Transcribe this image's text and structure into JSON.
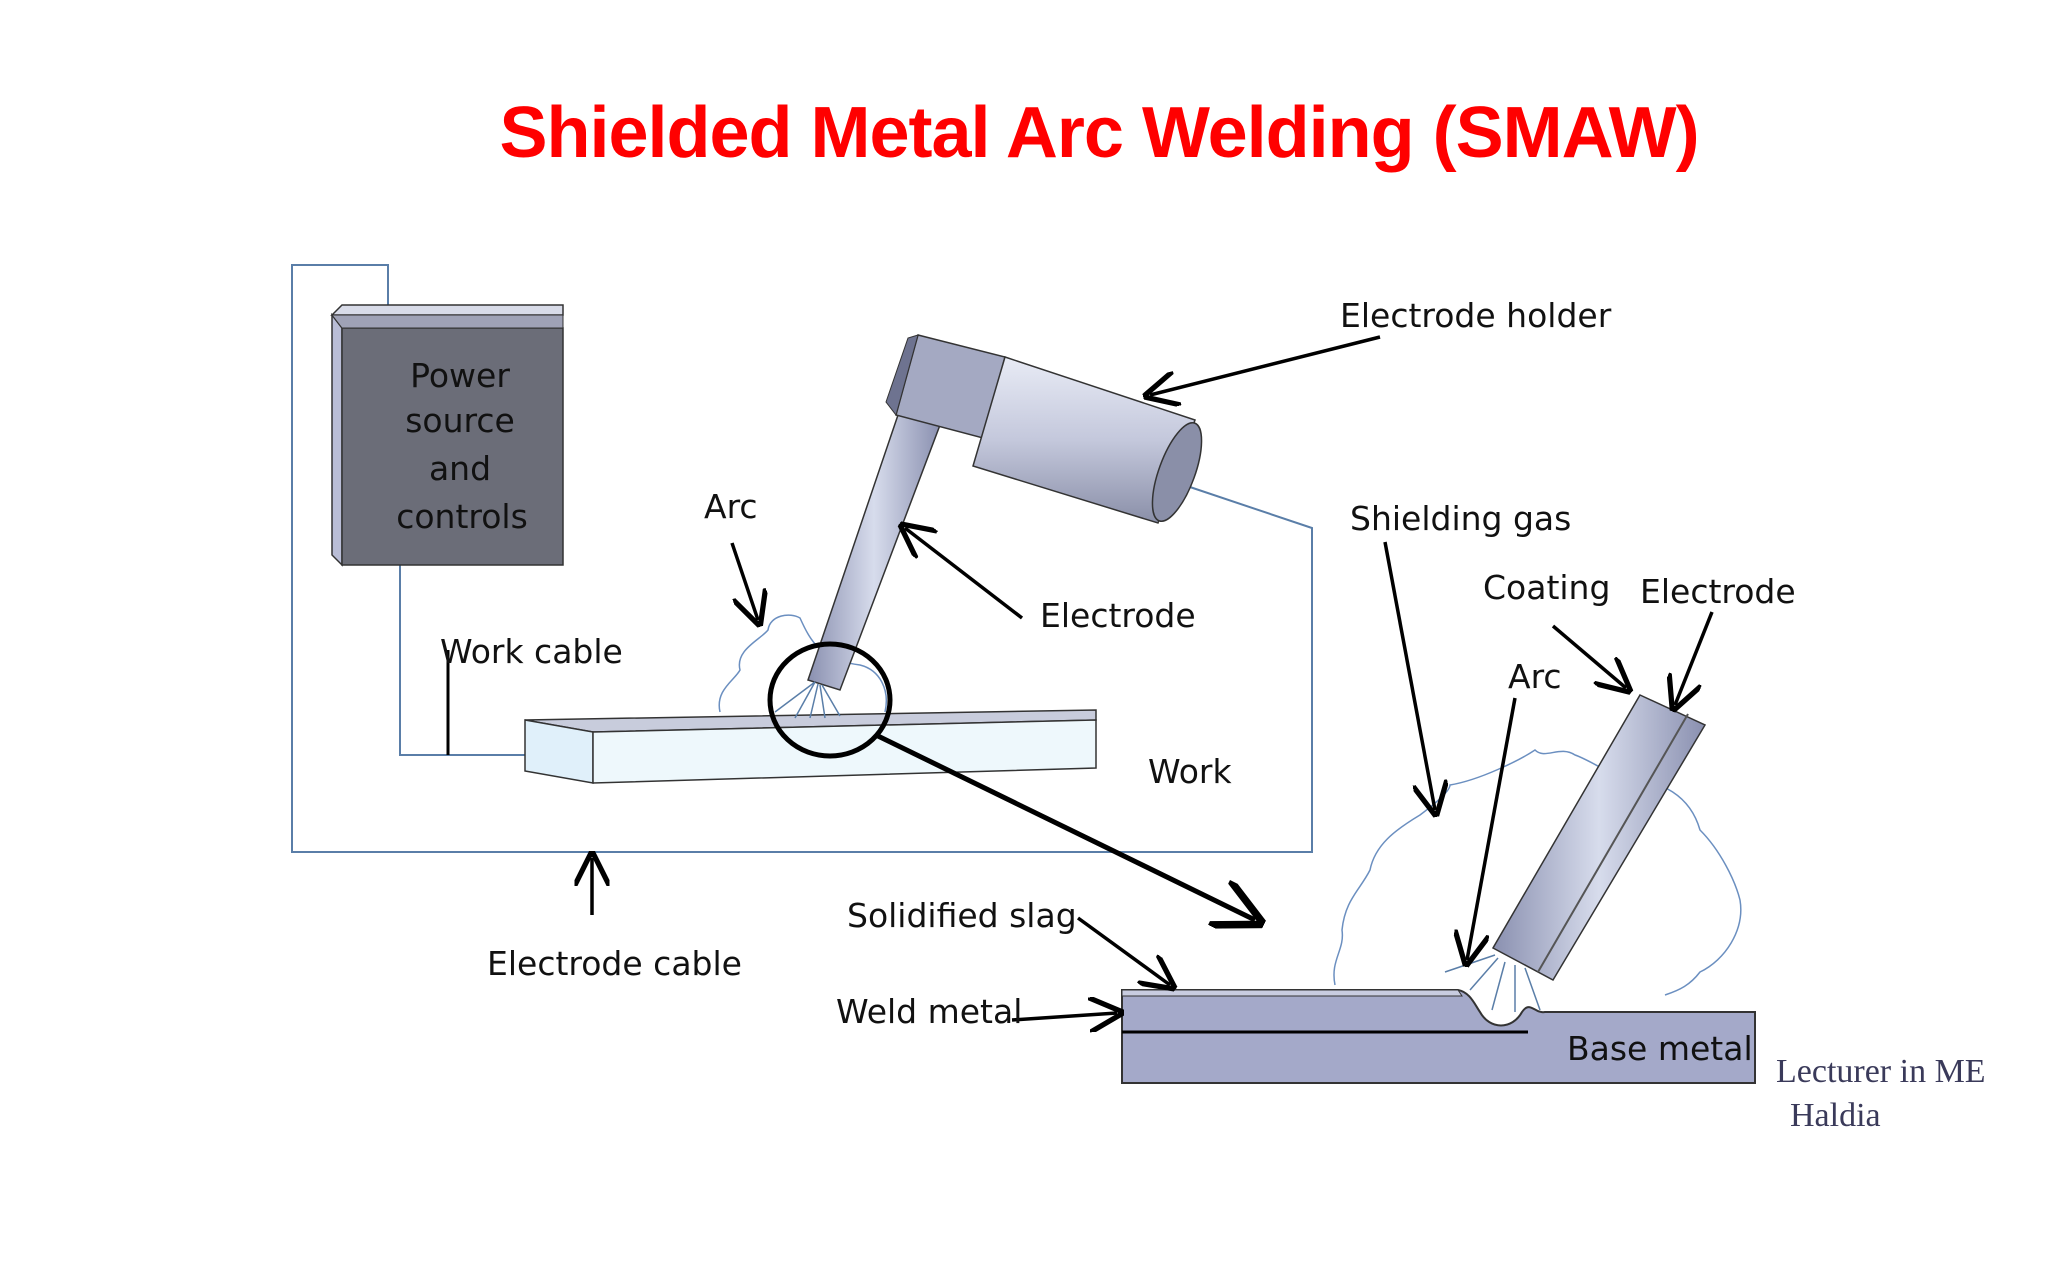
{
  "title": "Shielded Metal  Arc Welding (SMAW)",
  "labels": {
    "power_source": [
      "Power",
      "source",
      "and",
      "controls"
    ],
    "work_cable": "Work cable",
    "arc_left": "Arc",
    "electrode_left": "Electrode",
    "electrode_holder": "Electrode holder",
    "work": "Work",
    "electrode_cable": "Electrode cable",
    "shielding_gas": "Shielding  gas",
    "coating": "Coating",
    "electrode_right": "Electrode",
    "arc_right": "Arc",
    "solidified_slag": "Solidified slag",
    "weld_metal": "Weld metal",
    "base_metal": "Base metal"
  },
  "credit": [
    "Lecturer in ME",
    "Haldia"
  ],
  "colors": {
    "title": "#ff0000",
    "box_front": "#6b6d78",
    "box_side": "#b9bdd6",
    "metal_light": "#eef8fc",
    "metal_base": "#a4a9c9",
    "electrode": "#9aa0bf",
    "wire": "#5a7ea8",
    "gas": "#6b8fc0"
  }
}
